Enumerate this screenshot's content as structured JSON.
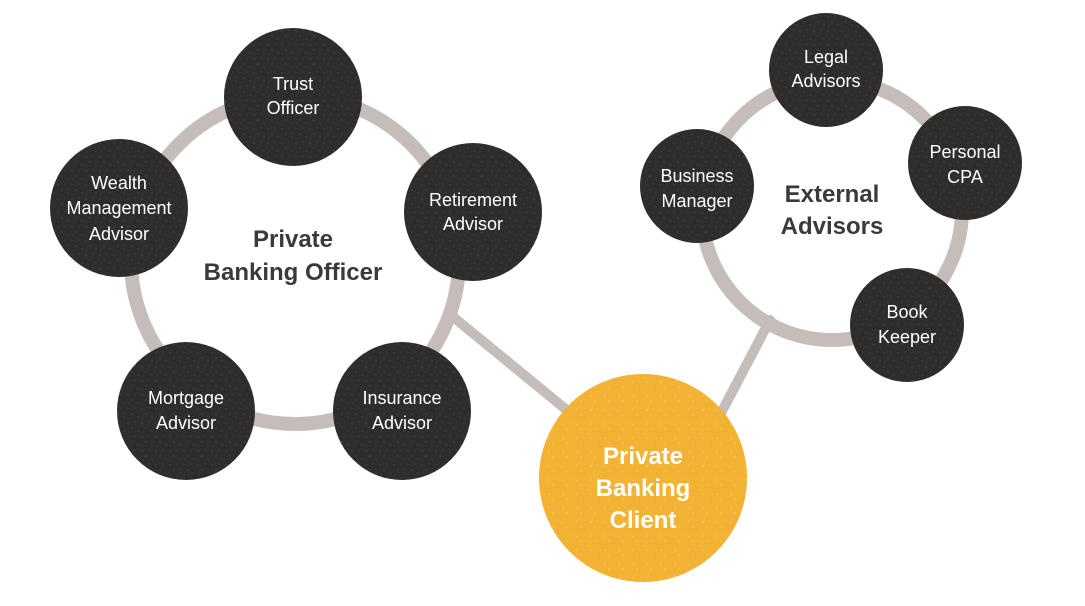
{
  "colors": {
    "node_fill": "#2f2d2c",
    "node_speckle": "#4a4644",
    "ring": "#c4bdb9",
    "client_fill": "#f2b233",
    "client_speckle": "#f7c95e",
    "center_text": "#3a3a3a",
    "node_text": "#ffffff"
  },
  "private_banking_officer_group": {
    "center_label": [
      "Private",
      "Banking Officer"
    ],
    "nodes": {
      "trust_officer": [
        "Trust",
        "Officer"
      ],
      "retirement_advisor": [
        "Retirement",
        "Advisor"
      ],
      "insurance_advisor": [
        "Insurance",
        "Advisor"
      ],
      "mortgage_advisor": [
        "Mortgage",
        "Advisor"
      ],
      "wealth_management_advisor": [
        "Wealth",
        "Management",
        "Advisor"
      ]
    }
  },
  "external_advisors_group": {
    "center_label": [
      "External",
      "Advisors"
    ],
    "nodes": {
      "legal_advisors": [
        "Legal",
        "Advisors"
      ],
      "personal_cpa": [
        "Personal",
        "CPA"
      ],
      "book_keeper": [
        "Book",
        "Keeper"
      ],
      "business_manager": [
        "Business",
        "Manager"
      ]
    }
  },
  "client": {
    "label": [
      "Private",
      "Banking",
      "Client"
    ]
  }
}
